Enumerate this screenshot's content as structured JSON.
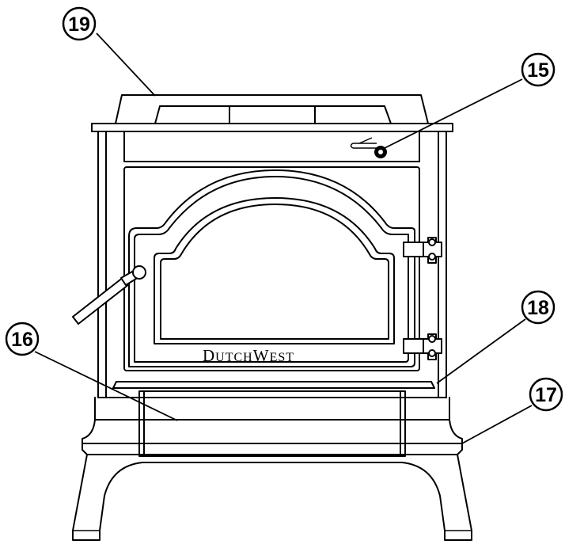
{
  "brand": {
    "big1": "D",
    "small1": "UTCH",
    "big2": "W",
    "small2": "EST"
  },
  "callouts": {
    "c19": "19",
    "c15": "15",
    "c18": "18",
    "c16": "16",
    "c17": "17"
  }
}
